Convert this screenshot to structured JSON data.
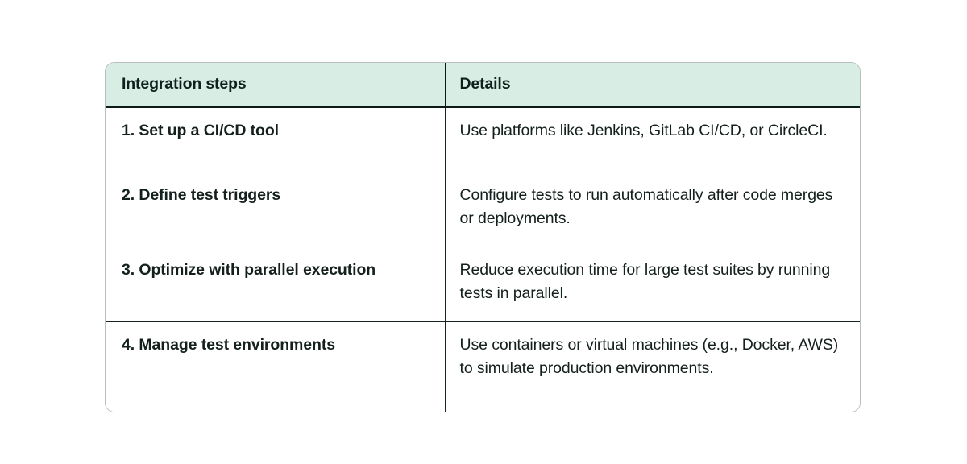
{
  "table": {
    "columns": [
      {
        "key": "step",
        "label": "Integration steps"
      },
      {
        "key": "details",
        "label": "Details"
      }
    ],
    "rows": [
      {
        "step": "1. Set up a CI/CD tool",
        "details": "Use platforms like Jenkins, GitLab CI/CD, or CircleCI."
      },
      {
        "step": "2. Define test triggers",
        "details": "Configure tests to run automatically after code merges or deployments."
      },
      {
        "step": "3. Optimize with parallel execution",
        "details": "Reduce execution time for large test suites by running tests in parallel."
      },
      {
        "step": "4. Manage test environments",
        "details": "Use containers or virtual machines (e.g., Docker, AWS) to simulate production environments."
      }
    ]
  },
  "colors": {
    "header_background": "#d8eee4",
    "header_text": "#10201c",
    "body_text": "#14201d",
    "grid_line": "#1a2522",
    "header_rule": "#0d1b18",
    "card_border": "#b9bfbd",
    "page_background": "#ffffff"
  }
}
